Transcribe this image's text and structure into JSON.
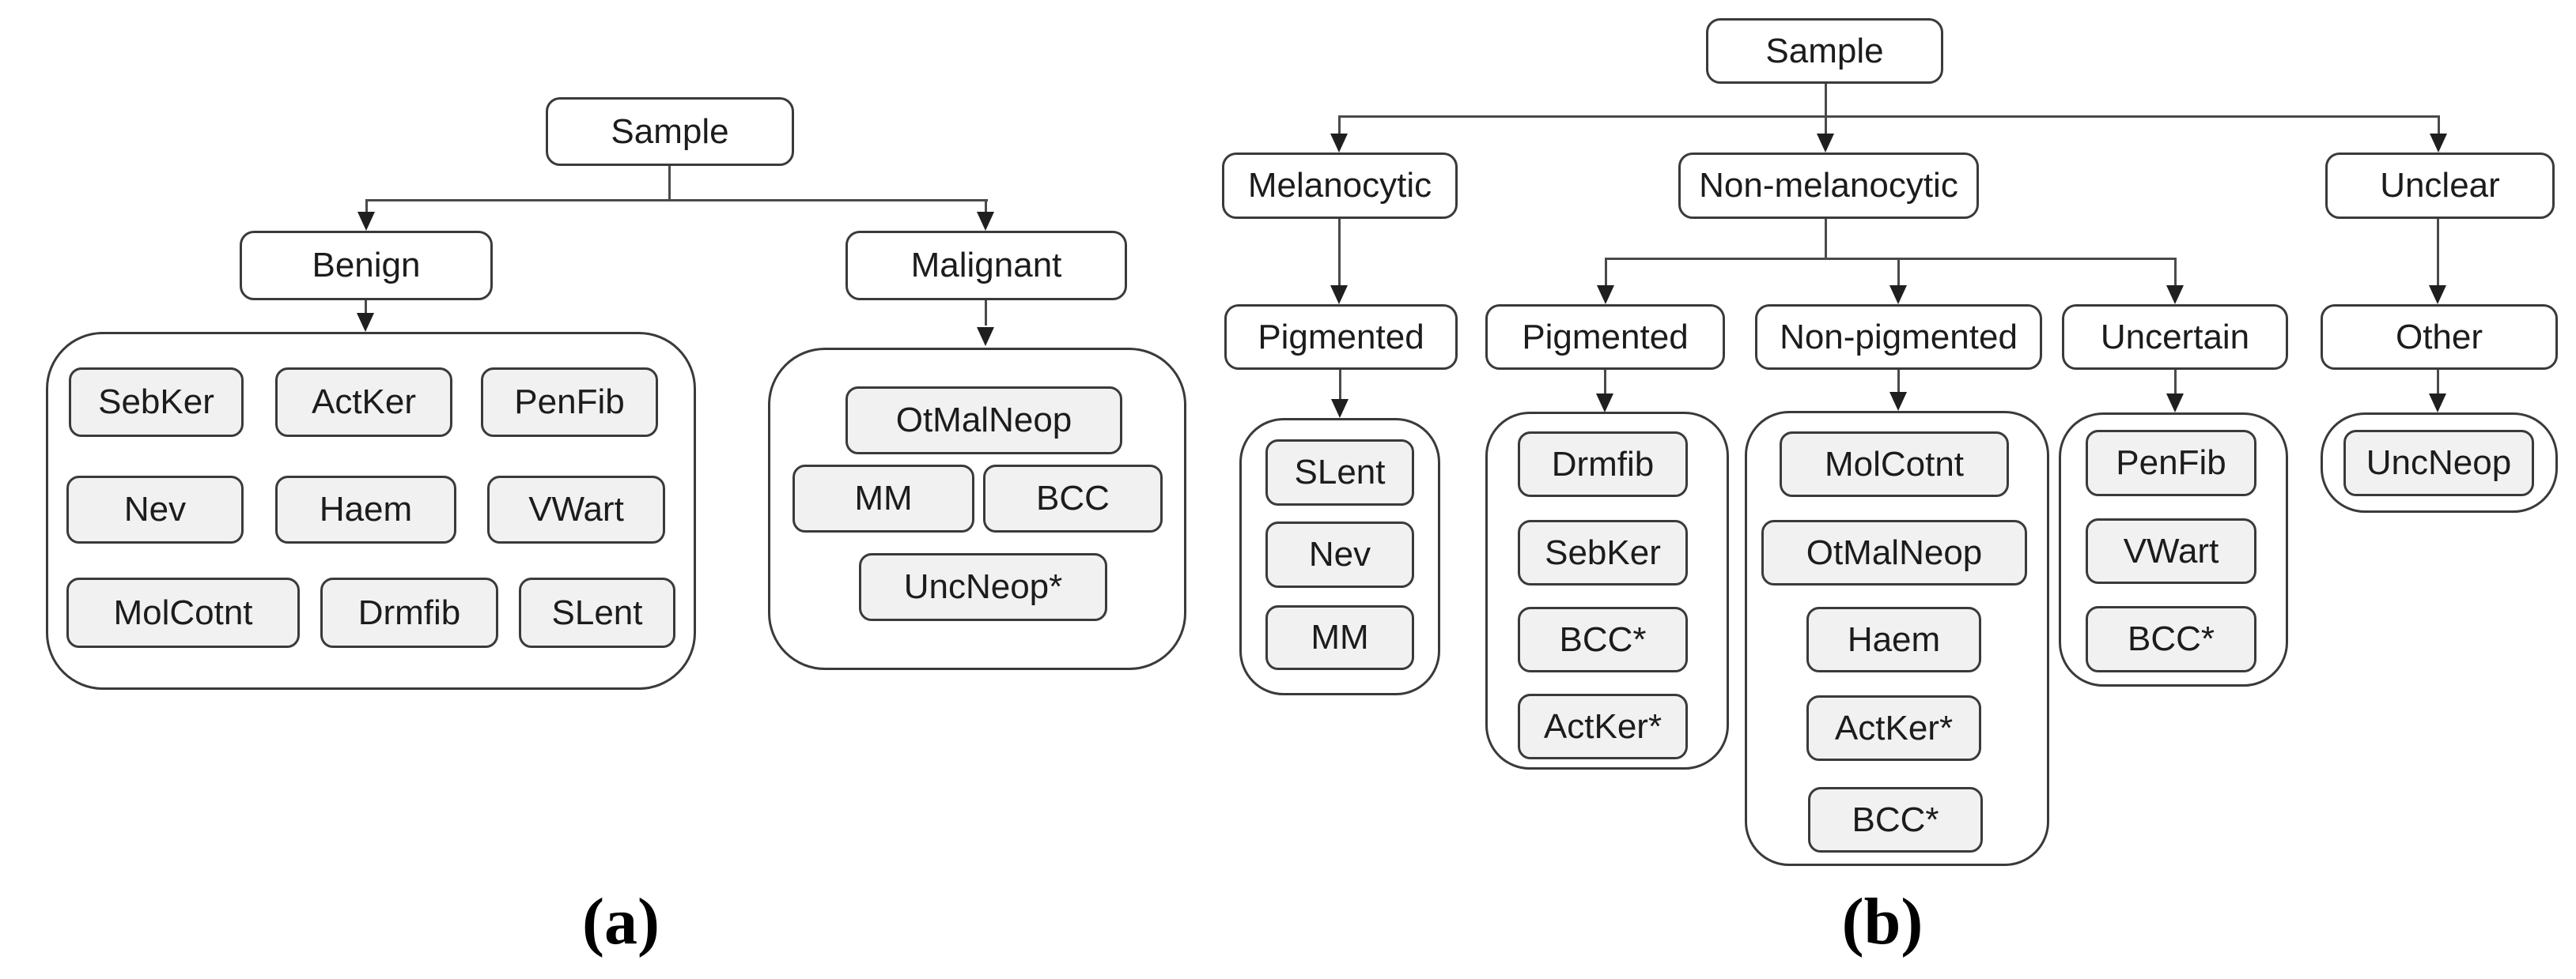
{
  "tree_a": {
    "root": "Sample",
    "level1": [
      "Benign",
      "Malignant"
    ],
    "benign_leaves": [
      "SebKer",
      "ActKer",
      "PenFib",
      "Nev",
      "Haem",
      "VWart",
      "MolCotnt",
      "Drmfib",
      "SLent"
    ],
    "malignant_leaves": [
      "OtMalNeop",
      "MM",
      "BCC",
      "UncNeop*"
    ],
    "caption": "(a)"
  },
  "tree_b": {
    "root": "Sample",
    "level1": [
      "Melanocytic",
      "Non-melanocytic",
      "Unclear"
    ],
    "level2": [
      "Pigmented",
      "Pigmented",
      "Non-pigmented",
      "Uncertain",
      "Other"
    ],
    "groups": {
      "melanocytic_pigmented": [
        "SLent",
        "Nev",
        "MM"
      ],
      "nonmelanocytic_pigmented": [
        "Drmfib",
        "SebKer",
        "BCC*",
        "ActKer*"
      ],
      "nonmelanocytic_nonpigmented": [
        "MolCotnt",
        "OtMalNeop",
        "Haem",
        "ActKer*",
        "BCC*"
      ],
      "nonmelanocytic_uncertain": [
        "PenFib",
        "VWart",
        "BCC*"
      ],
      "unclear_other": [
        "UncNeop"
      ]
    },
    "caption": "(b)"
  },
  "colors": {
    "leaf_fill": "#f1f1f1",
    "box_border": "#3a3a3a",
    "connector_line": "#4a4a4a",
    "arrowhead": "#1f1f1f",
    "text": "#1c1c1c"
  }
}
